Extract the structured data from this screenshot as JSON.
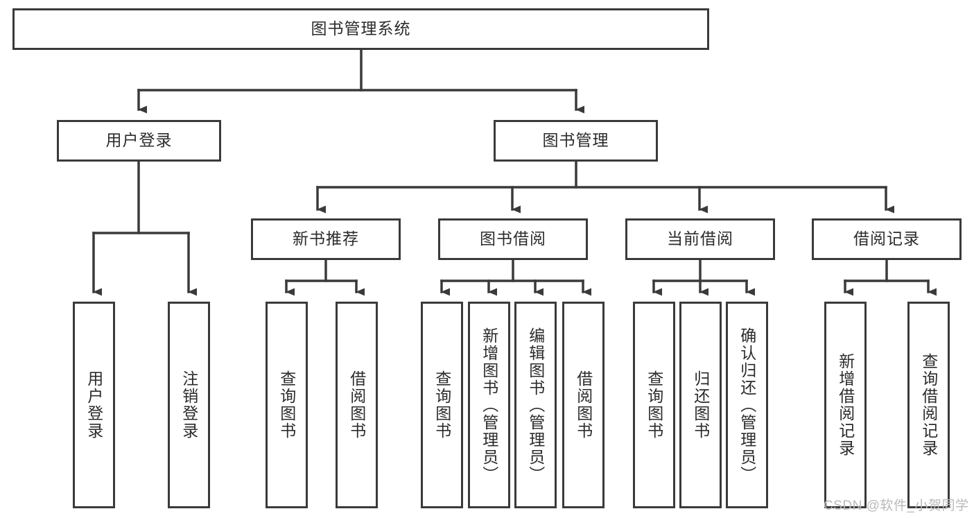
{
  "diagram": {
    "title": "图书管理系统",
    "type": "tree-hierarchy-diagram",
    "colors": {
      "box_border": "#3a3a3a",
      "box_fill": "#ffffff",
      "connector": "#3a3a3a",
      "text": "#2b2b2b",
      "watermark": "#b9b9b9",
      "background": "#ffffff"
    },
    "root": {
      "label": "图书管理系统"
    },
    "level2": [
      {
        "key": "user_login",
        "label": "用户登录"
      },
      {
        "key": "book_manage",
        "label": "图书管理"
      }
    ],
    "level3": [
      {
        "key": "new_book_recommend",
        "label": "新书推荐"
      },
      {
        "key": "book_borrow",
        "label": "图书借阅"
      },
      {
        "key": "current_borrow",
        "label": "当前借阅"
      },
      {
        "key": "borrow_record",
        "label": "借阅记录"
      }
    ],
    "leaves": {
      "user_login": [
        {
          "label": "用户登录"
        },
        {
          "label": "注销登录"
        }
      ],
      "new_book_recommend": [
        {
          "label": "查询图书"
        },
        {
          "label": "借阅图书"
        }
      ],
      "book_borrow": [
        {
          "label": "查询图书"
        },
        {
          "label": "新增图书（管理员）"
        },
        {
          "label": "编辑图书（管理员）"
        },
        {
          "label": "借阅图书"
        }
      ],
      "current_borrow": [
        {
          "label": "查询图书"
        },
        {
          "label": "归还图书"
        },
        {
          "label": "确认归还（管理员）"
        }
      ],
      "borrow_record": [
        {
          "label": "新增借阅记录"
        },
        {
          "label": "查询借阅记录"
        }
      ]
    }
  },
  "watermark": {
    "text": "CSDN @软件_小贺同学"
  }
}
